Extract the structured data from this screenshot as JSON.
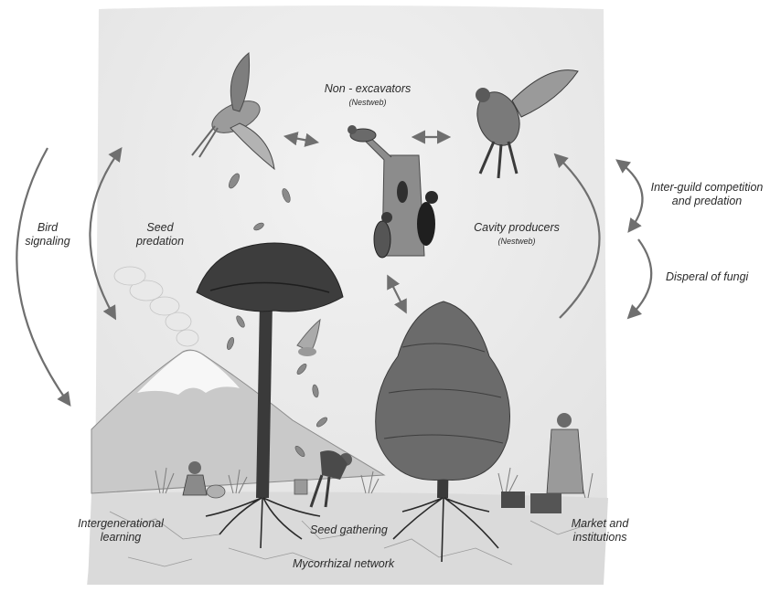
{
  "labels": {
    "non_excavators": "Non - excavators",
    "non_excavators_source": "(Nestweb)",
    "cavity_producers": "Cavity producers",
    "cavity_producers_source": "(Nestweb)",
    "bird_signaling_1": "Bird",
    "bird_signaling_2": "signaling",
    "seed_predation_1": "Seed",
    "seed_predation_2": "predation",
    "inter_guild_1": "Inter-guild competition",
    "inter_guild_2": "and predation",
    "dispersal_fungi": "Disperal of fungi",
    "intergenerational_1": "Intergenerational",
    "intergenerational_2": "learning",
    "seed_gathering": "Seed gathering",
    "mycorrhizal_network": "Mycorrhizal network",
    "market_1": "Market and",
    "market_2": "institutions"
  },
  "colors": {
    "sky": "#ececec",
    "ground": "#dcdcdc",
    "arrow": "#6f6f6f",
    "ink": "#2a2a2a"
  }
}
